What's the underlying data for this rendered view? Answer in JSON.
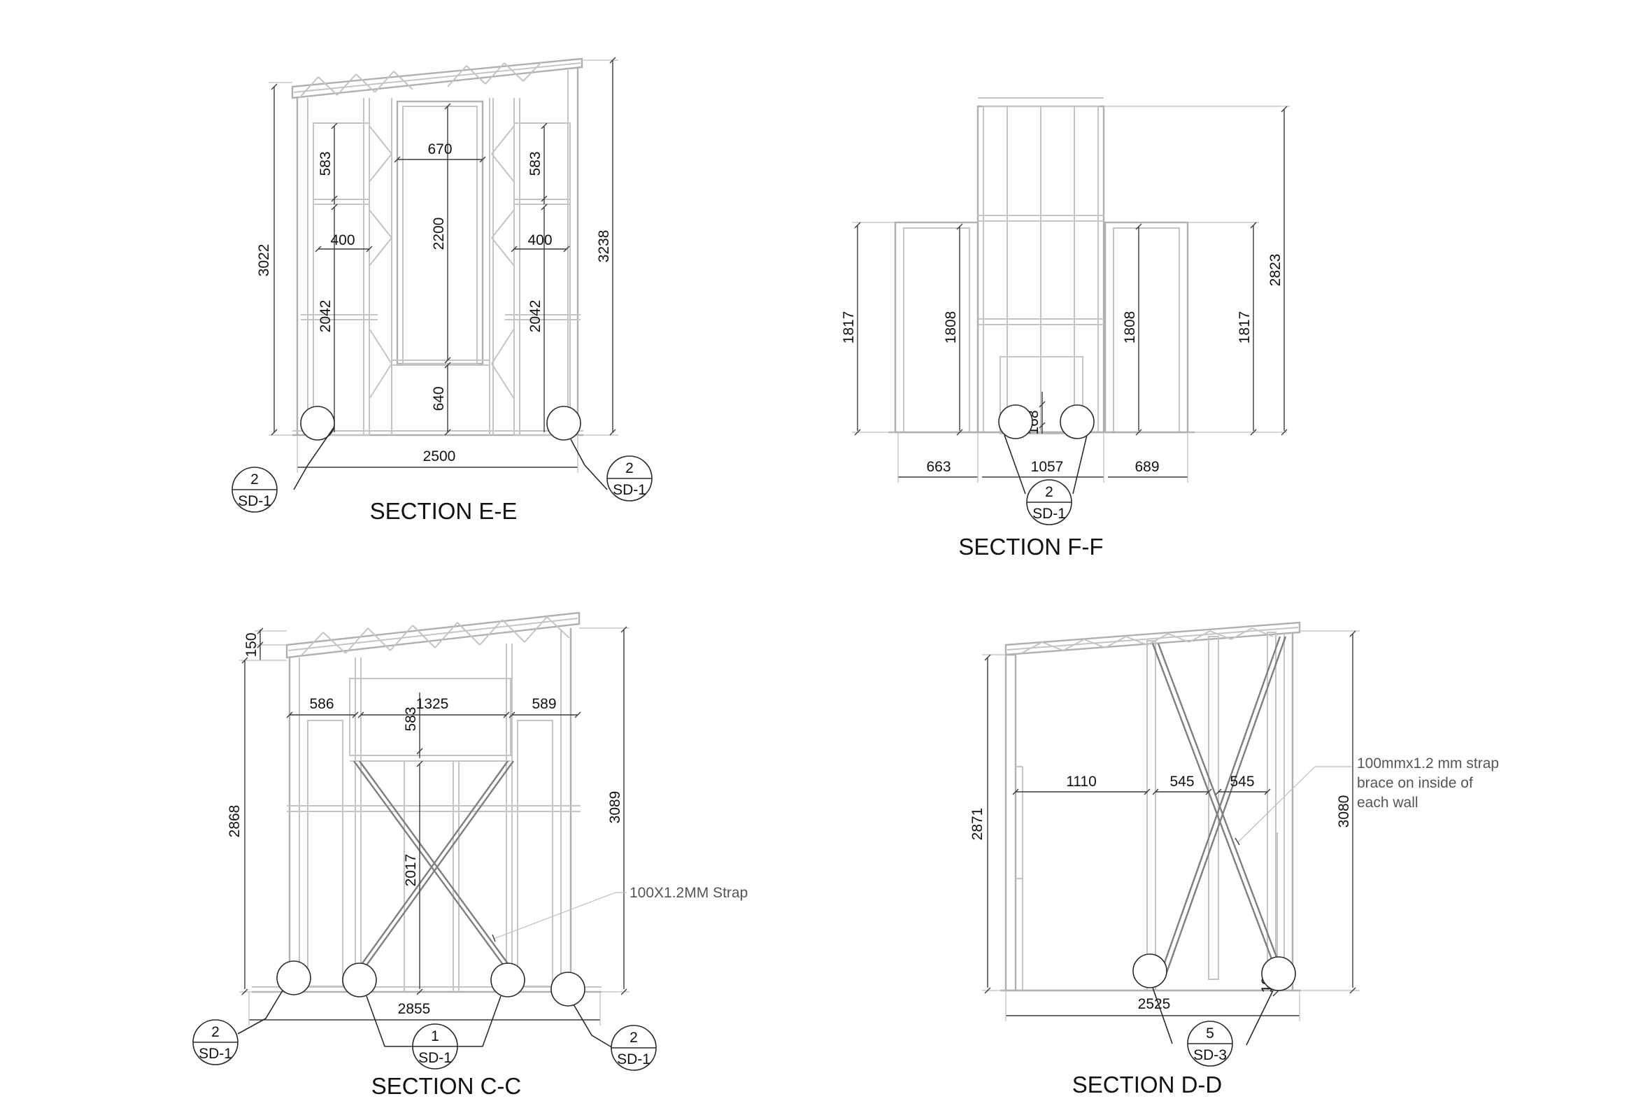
{
  "sections": {
    "ee": {
      "title": "SECTION E-E",
      "dims": [
        "670",
        "583",
        "583",
        "400",
        "400",
        "2200",
        "2042",
        "2042",
        "640",
        "3022",
        "3238",
        "2500"
      ],
      "tags": [
        {
          "num": "2",
          "ref": "SD-1"
        },
        {
          "num": "2",
          "ref": "SD-1"
        }
      ]
    },
    "ff": {
      "title": "SECTION F-F",
      "dims": [
        "1817",
        "1808",
        "1808",
        "1817",
        "2823",
        "168",
        "663",
        "1057",
        "689"
      ],
      "tags": [
        {
          "num": "2",
          "ref": "SD-1"
        }
      ]
    },
    "cc": {
      "title": "SECTION C-C",
      "dims": [
        "150",
        "586",
        "1325",
        "589",
        "583",
        "2868",
        "3089",
        "2017",
        "2855"
      ],
      "note": "100X1.2MM Strap",
      "tags": [
        {
          "num": "2",
          "ref": "SD-1"
        },
        {
          "num": "1",
          "ref": "SD-1"
        },
        {
          "num": "2",
          "ref": "SD-1"
        }
      ]
    },
    "dd": {
      "title": "SECTION D-D",
      "dims": [
        "1110",
        "545",
        "545",
        "2871",
        "3080",
        "2525",
        "103"
      ],
      "note_lines": [
        "100mmx1.2 mm strap",
        "brace on inside of",
        "each wall"
      ],
      "tags": [
        {
          "num": "5",
          "ref": "SD-3"
        }
      ]
    }
  }
}
